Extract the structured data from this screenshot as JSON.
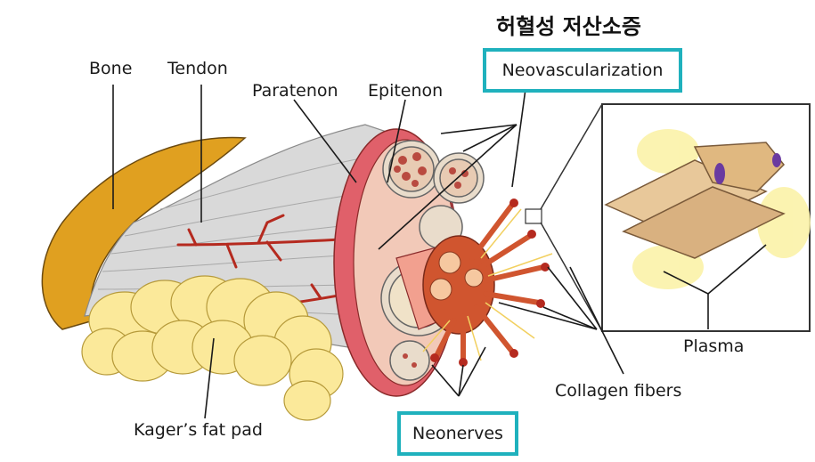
{
  "title": "허혈성 저산소증",
  "labels": {
    "bone": "Bone",
    "tendon": "Tendon",
    "paratenon": "Paratenon",
    "epitenon": "Epitenon",
    "neovascularization": "Neovascularization",
    "plasma": "Plasma",
    "collagen_fibers": "Collagen fibers",
    "kagers_fat_pad": "Kager’s fat pad",
    "neonerves": "Neonerves"
  },
  "colors": {
    "highlight_box": "#1fb1bd",
    "bone": "#e0a020",
    "tendon": "#d8d8d8",
    "fat_pad": "#fbe99a",
    "vessel": "#b52a1f",
    "paratenon": "#e0606a"
  }
}
